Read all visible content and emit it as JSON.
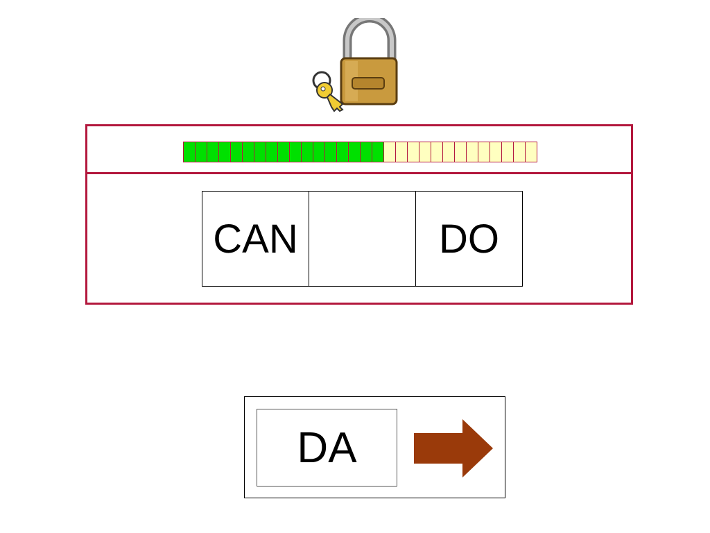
{
  "progress": {
    "completed": 17,
    "total": 30,
    "filled_color": "#00e000",
    "empty_color": "#ffffc0",
    "border_color": "#b3183d"
  },
  "icons": {
    "lock": "padlock-icon",
    "key": "key-icon",
    "next": "right-arrow-icon"
  },
  "colors": {
    "panel_border": "#b3183d",
    "arrow": "#9a3a0a"
  },
  "word": {
    "slots": [
      "CAN",
      "",
      "DO"
    ]
  },
  "answer": {
    "option": "DA"
  }
}
